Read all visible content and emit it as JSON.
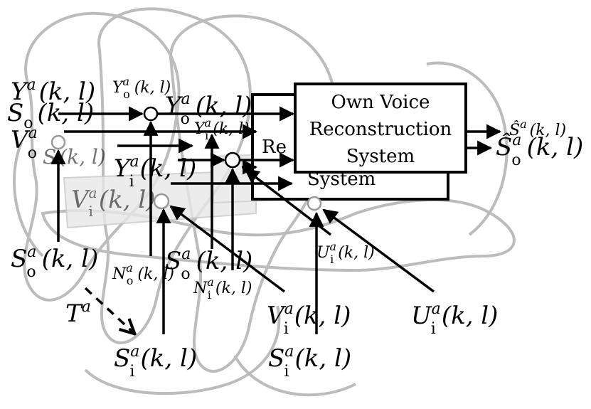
{
  "diagram": {
    "box_front": {
      "lines": [
        "Own Voice",
        "Reconstruction",
        "System"
      ]
    },
    "box_back": {
      "lines": [
        "Re",
        "System"
      ]
    },
    "labels": {
      "Yo_top": "Y",
      "Yo_top_sup": "a",
      "Yo_top_sub": "o",
      "Yo_top_arg": "(k, l)",
      "Yo_mid": "Y",
      "Yo_mid_sup": "a",
      "Yo_mid_sub": "o",
      "Yo_mid_arg": "(k, l)",
      "Yi_small": "Y",
      "Yi_small_sup": "a",
      "Yi_small_sub": "i",
      "Yi_small_arg": "(k, l)",
      "Yi_big": "Y",
      "Yi_big_sup": "a",
      "Yi_big_sub": "i",
      "Yi_big_arg": "(k, l)",
      "Vo": "V",
      "Vo_sup": "a",
      "Vo_sub": "o",
      "Vi_ghost": "V",
      "Vi_ghost_sup": "a",
      "Vi_ghost_sub": "i",
      "Vi_ghost_arg": "(k, l)",
      "So_left": "S",
      "So_left_sup": "a",
      "So_left_sub": "o",
      "So_left_arg": "(k, l)",
      "No": "N",
      "No_sup": "a",
      "No_sub": "o",
      "No_arg": "(k, l)",
      "So_mid": "S",
      "So_mid_sup": "a",
      "So_mid_sub": "o",
      "So_mid_arg": "(k, l)",
      "Ni": "N",
      "Ni_sup": "a",
      "Ni_sub": "i",
      "Ni_arg": "(k, l)",
      "Ui_small": "U",
      "Ui_small_sup": "a",
      "Ui_small_sub": "i",
      "Ui_small_arg": "(k, l)",
      "Ui_big": "U",
      "Ui_big_sup": "a",
      "Ui_big_sub": "i",
      "Ui_big_arg": "(k, l)",
      "Vi_big": "V",
      "Vi_big_sup": "a",
      "Vi_big_sub": "i",
      "Vi_big_arg": "(k, l)",
      "T": "T",
      "T_sup": "a",
      "Si_left": "S",
      "Si_left_sup": "a",
      "Si_left_sub": "i",
      "Si_left_arg": "(k, l)",
      "Si_right": "S",
      "Si_right_sup": "a",
      "Si_right_sub": "i",
      "Si_right_arg": "(k, l)",
      "Shat_small": "Ŝ",
      "Shat_small_sup": "a",
      "Shat_small_arg": "(k, l)",
      "Shat_big": "Ŝ",
      "Shat_big_sup": "a",
      "Shat_big_sub": "o",
      "Shat_big_arg": "(k, l)",
      "ghost_left_1": "Y",
      "ghost_left_1_sup": "a",
      "ghost_left_1_arg": "(k, l)",
      "ghost_left_2": "S",
      "ghost_left_2_sub": "o",
      "ghost_left_2_arg": "(k, l)",
      "ghost_left_3": "S",
      "ghost_left_3_arg": "(k, l)"
    }
  }
}
